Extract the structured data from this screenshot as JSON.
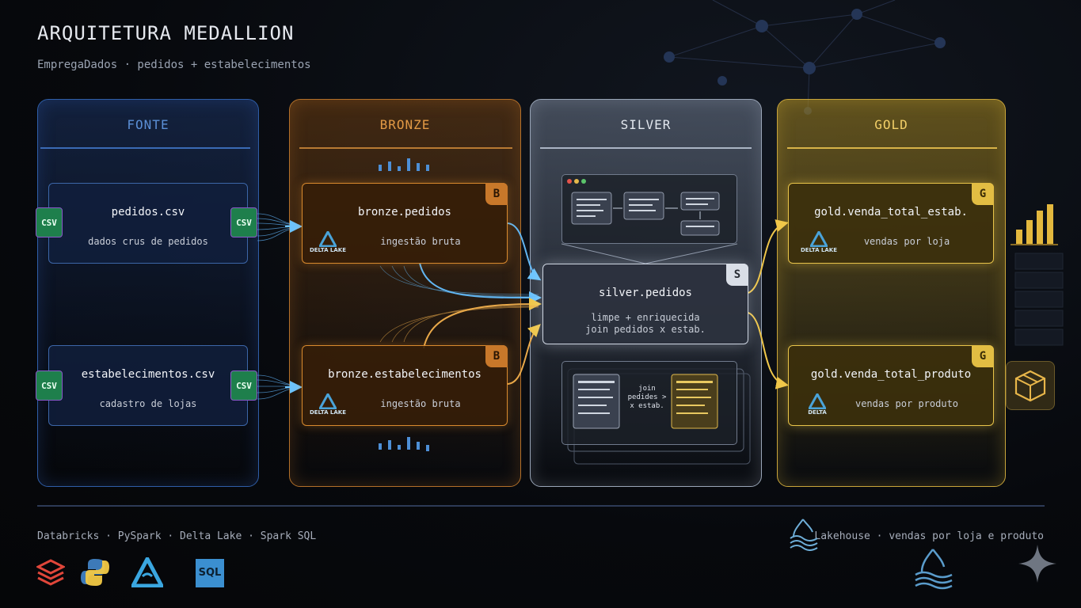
{
  "header": {
    "title": "ARQUITETURA MEDALLION",
    "subtitle": "EmpregaDados · pedidos + estabelecimentos"
  },
  "columns": {
    "fonte": "FONTE",
    "bronze": "BRONZE",
    "silver": "SILVER",
    "gold": "GOLD"
  },
  "sources": [
    {
      "name": "pedidos.csv",
      "desc": "dados crus de pedidos",
      "badge": "CSV"
    },
    {
      "name": "estabelecimentos.csv",
      "desc": "cadastro de lojas",
      "badge": "CSV"
    }
  ],
  "bronze": [
    {
      "name": "bronze.pedidos",
      "desc": "ingestão bruta",
      "corner": "B",
      "logo_text": "DELTA LAKE"
    },
    {
      "name": "bronze.estabelecimentos",
      "desc": "ingestão bruta",
      "corner": "B",
      "logo_text": "DELTA LAKE"
    }
  ],
  "silver": {
    "name": "silver.pedidos",
    "desc_line1": "limpe + enriquecida",
    "desc_line2": "join pedidos x estab.",
    "corner": "S",
    "join_label_1": "join",
    "join_label_2": "pedides >",
    "join_label_3": "x estab."
  },
  "gold": [
    {
      "name": "gold.venda_total_estab.",
      "desc": "vendas por loja",
      "corner": "G",
      "logo_text": "DELTA LAKE"
    },
    {
      "name": "gold.venda_total_produto",
      "desc": "vendas por produto",
      "corner": "G",
      "logo_text": "DELTA"
    }
  ],
  "footer": {
    "stack": "Databricks · PySpark · Delta Lake · Spark SQL",
    "lakehouse": "Lakehouse · vendas por loja e produto",
    "sql_logo": "SQL"
  },
  "colors": {
    "fonte": "#2f5ea8",
    "bronze": "#d98a2e",
    "silver": "#cfd6e2",
    "gold": "#e8c44a",
    "flow_blue": "#59b8ff"
  },
  "icons": [
    "csv-file-icon",
    "delta-lake-icon",
    "bar-chart-icon",
    "box-icon",
    "databricks-icon",
    "python-icon",
    "lakehouse-icon",
    "sparkle-icon"
  ]
}
